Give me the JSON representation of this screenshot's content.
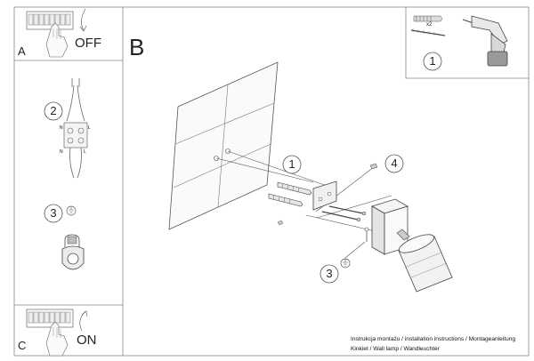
{
  "panels": {
    "a": {
      "letter": "A",
      "action": "OFF"
    },
    "b": {
      "letter": "B"
    },
    "c": {
      "letter": "C",
      "action": "ON"
    }
  },
  "steps": {
    "tools": "1",
    "wiring": "2",
    "ground": "3",
    "dowels": "1",
    "screw": "4",
    "ground_main": "3"
  },
  "multiplier": "x2",
  "terminal_marks": [
    "N",
    "L",
    "N",
    "L"
  ],
  "footer": {
    "line1": "Instrukcja montażu / installation instructions / Montageanleitung",
    "line2": "Kinkiet / Wall lamp / Wandleuchter"
  }
}
